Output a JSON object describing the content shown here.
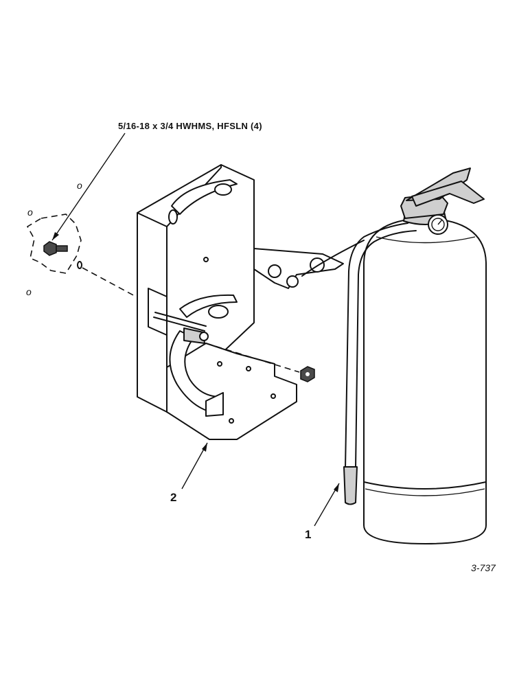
{
  "callouts": {
    "hardware_label": "5/16-18 x 3/4 HWHMS, HFSLN (4)",
    "item_1": "1",
    "item_2": "2"
  },
  "figure_id": "3-737",
  "hole_marks": [
    "o",
    "o",
    "o"
  ],
  "icons": [
    "fire-extinguisher",
    "mounting-bracket",
    "bolt",
    "flange-nut"
  ],
  "colors": {
    "line": "#111111",
    "background": "#ffffff"
  }
}
